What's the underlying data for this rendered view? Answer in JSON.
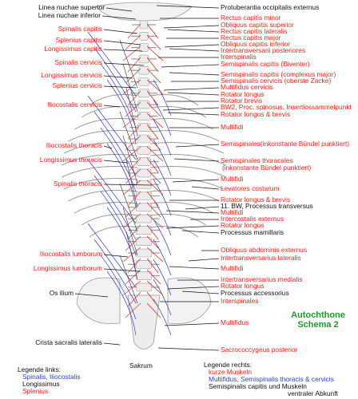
{
  "colors": {
    "red": "#e8251a",
    "blue": "#2b3fc8",
    "black": "#111111",
    "green": "#1f9a2d",
    "bone": "#9a9a9a"
  },
  "title": {
    "line1": "Autochthone",
    "line2": "Schema 2"
  },
  "left_labels": [
    {
      "text": "Linea nuchae superior",
      "color": "black"
    },
    {
      "text": "Linea nuchae inferior",
      "color": "black"
    },
    {
      "text": "Spinalis capitis",
      "color": "red"
    },
    {
      "text": "Splenius capitis",
      "color": "red"
    },
    {
      "text": "Longissimus capitis",
      "color": "red"
    },
    {
      "text": "Spinalis cervicis",
      "color": "red"
    },
    {
      "text": "Longissimus cervicis",
      "color": "red"
    },
    {
      "text": "Splenius cervicis",
      "color": "red"
    },
    {
      "text": "Iliocostalis cervicis",
      "color": "red"
    },
    {
      "text": "Iliocostalis thoracis",
      "color": "red"
    },
    {
      "text": "Longissimus thoracis",
      "color": "red"
    },
    {
      "text": "Spinalis thoracis",
      "color": "red"
    },
    {
      "text": "Iliocostalis lumborum",
      "color": "red"
    },
    {
      "text": "Longissimus lumborum",
      "color": "red"
    },
    {
      "text": "Os ilium",
      "color": "black"
    },
    {
      "text": "Crista sacralis lateralis",
      "color": "black"
    }
  ],
  "right_labels": [
    {
      "text": "Protuberantia occipitalis externus",
      "color": "black"
    },
    {
      "text": "Rectus capitis minor",
      "color": "red"
    },
    {
      "text": "Obliquus capitis superior",
      "color": "red"
    },
    {
      "text": "Rectus capitis lateralis",
      "color": "red"
    },
    {
      "text": "Rectus capitis major",
      "color": "red"
    },
    {
      "text": "Obliquus capitis inferior",
      "color": "red"
    },
    {
      "text": "Intertransversarii posteriores",
      "color": "red"
    },
    {
      "text": "Interspinalis",
      "color": "red"
    },
    {
      "text": "Semispinalis capitis (Biventer)",
      "color": "red"
    },
    {
      "text": "Semispinalis capitis (complexus major)",
      "color": "red"
    },
    {
      "text": "Semispinalis cervicis (oberste Zacke)",
      "color": "red"
    },
    {
      "text": "Multifidus cervicis",
      "color": "red"
    },
    {
      "text": "Rotator longus",
      "color": "red"
    },
    {
      "text": "Rotator brevis",
      "color": "red"
    },
    {
      "text": "BW2, Proc. spinosus, Insertiossammelpunkt",
      "color": "red"
    },
    {
      "text": "Rotator longus & brevis",
      "color": "red"
    },
    {
      "text": "Multifidi",
      "color": "red"
    },
    {
      "text": "Semispinales(inkonstante Bündel punktiert)",
      "color": "red"
    },
    {
      "text": "Semispinales thoracales",
      "color": "red"
    },
    {
      "text": "(inkonstante Bündel punktiert)",
      "color": "red"
    },
    {
      "text": "Multifidi",
      "color": "red"
    },
    {
      "text": "Levatores costarum",
      "color": "red"
    },
    {
      "text": "Rotator longus & brevis",
      "color": "red"
    },
    {
      "text": "11. BW, Processus transversus",
      "color": "black"
    },
    {
      "text": "Multifidi",
      "color": "red"
    },
    {
      "text": "Intercostalis externus",
      "color": "red"
    },
    {
      "text": "Rotator longus",
      "color": "red"
    },
    {
      "text": "Processus mamillaris",
      "color": "black"
    },
    {
      "text": "Obliquus abdominis externus",
      "color": "red"
    },
    {
      "text": "Intertransversarius lateralis",
      "color": "red"
    },
    {
      "text": "Multifidi",
      "color": "red"
    },
    {
      "text": "Intertransversarius medialis",
      "color": "red"
    },
    {
      "text": "Rotator longus",
      "color": "red"
    },
    {
      "text": "Processus accessorius",
      "color": "black"
    },
    {
      "text": "Interspinales",
      "color": "red"
    },
    {
      "text": "Multifidus",
      "color": "red"
    },
    {
      "text": "Sacrococcygeus posterior",
      "color": "red"
    }
  ],
  "bottom": {
    "sakrum": "Sakrum",
    "legend_left": {
      "heading": "Legende links:",
      "line1": "Spinalis, Iliocostalis",
      "line2": "Longissimus",
      "line3": "Splenius"
    },
    "legend_right": {
      "heading": "Legende rechts:",
      "line1": "kurze Muskeln",
      "line2": "Multifidus, Semispinalis thoracis & cervicis",
      "line3": "Semispinalis capitis und Muskeln",
      "line4": "ventraler Abkunft"
    }
  }
}
